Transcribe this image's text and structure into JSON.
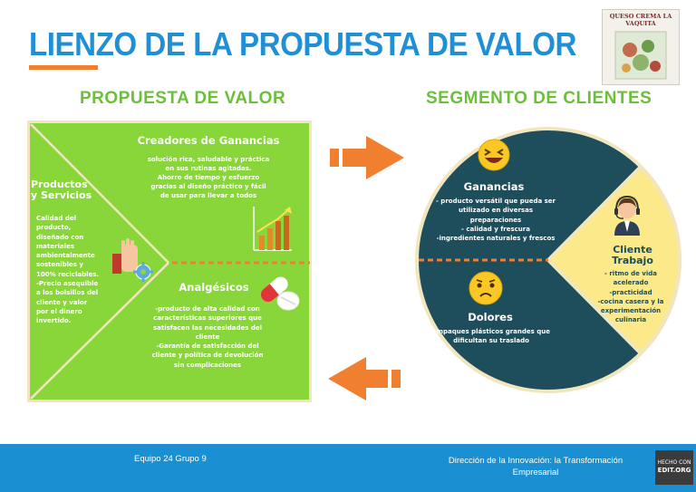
{
  "title": "LIENZO DE LA PROPUESTA DE VALOR",
  "logo": {
    "text": "QUESO CREMA LA VAQUITA"
  },
  "value_proposition": {
    "header": "PROPUESTA DE VALOR",
    "gain_creators": {
      "title": "Creadores de Ganancias",
      "lines": [
        "solución rica, saludable y práctica",
        "en sus rutinas agitadas.",
        "Ahorro de tiempo y esfuerzo",
        "gracias al diseño práctico y fácil",
        "de usar para llevar a todos"
      ]
    },
    "products": {
      "title_lines": [
        "Productos",
        "y Servicios"
      ],
      "lines": [
        "Calidad del",
        "producto,",
        "diseñado con",
        "materiales",
        "ambientalmente",
        "sostenibles y",
        "100% reciclables.",
        "-Precio asequible",
        "a los bolsillos del",
        "cliente y valor",
        "por el dinero",
        "invertido."
      ]
    },
    "pain_relievers": {
      "title": "Analgésicos",
      "lines": [
        "-producto de alta calidad con",
        "características superiores que",
        "satisfacen las necesidades del",
        "cliente",
        "-Garantía de satisfacción del",
        "cliente y política de devolución",
        "sin complicaciones"
      ]
    }
  },
  "customer_segment": {
    "header": "SEGMENTO DE CLIENTES",
    "gains": {
      "title": "Ganancias",
      "lines": [
        "- producto versátil que pueda ser",
        "utilizado en diversas",
        "preparaciones",
        "- calidad y frescura",
        "-ingredientes naturales y frescos"
      ]
    },
    "jobs": {
      "title_lines": [
        "Cliente",
        "Trabajo"
      ],
      "lines": [
        "- ritmo de vida",
        "acelerado",
        "-practicidad",
        "-cocina casera y la",
        "experimentación",
        "culinaria"
      ]
    },
    "pains": {
      "title": "Dolores",
      "lines": [
        "empaques plásticos grandes que",
        "dificultan su traslado"
      ]
    }
  },
  "footer": {
    "left": "Equipo 24 Grupo 9",
    "right_lines": [
      "Dirección de la Innovación: la Transformación",
      "Empresarial"
    ],
    "badge_lines": [
      "HECHO CON",
      "EDIT.ORG"
    ]
  },
  "colors": {
    "title_blue": "#1f8fd6",
    "accent_orange": "#f08030",
    "vp_green": "#89d63a",
    "header_green": "#6cbf3a",
    "circle_teal": "#1e4d5c",
    "jobs_yellow": "#fbe98a",
    "footer_blue": "#1a8fd1"
  }
}
